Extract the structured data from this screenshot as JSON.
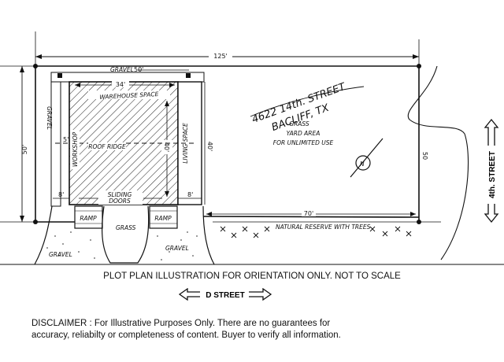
{
  "plan": {
    "overall_width": "125'",
    "building_width": "50'",
    "inner_width": "34'",
    "overall_depth": "50'",
    "building_depth": "40'",
    "right_depth": "50",
    "inner_left_depth": "5'",
    "yard_length": "70'",
    "gravel_top": "GRAVEL",
    "gravel_left": "GRAVEL",
    "gravel_bottom_left": "GRAVEL",
    "gravel_bottom_right": "GRAVEL",
    "warehouse_space": "WAREHOUSE SPACE",
    "workshop": "WORKSHOP",
    "living_space": "LIVING SPACE",
    "roof_ridge": "ROOF RIDGE",
    "sliding_doors": "SLIDING DOORS",
    "ramp_left": "RAMP",
    "ramp_right": "RAMP",
    "grass_front": "GRASS",
    "dim_8_left": "8'",
    "dim_8_right": "8'",
    "address_line1": "4622 14th. STREET",
    "address_line2": "BACLIFF, TX",
    "yard_line1": "GRASS",
    "yard_line2": "YARD AREA",
    "yard_line3": "FOR UNLIMITED USE",
    "north_symbol": "N",
    "trees_label": "NATURAL RESERVE WITH TREES",
    "side_street": "4th. STREET"
  },
  "caption": "PLOT PLAN ILLUSTRATION FOR ORIENTATION ONLY. NOT TO SCALE",
  "front_street": "D STREET",
  "disclaimer": "DISCLAIMER : For Illustrative Purposes Only. There are no guarantees for accuracy, reliabilty or completeness of content. Buyer to verify all information."
}
